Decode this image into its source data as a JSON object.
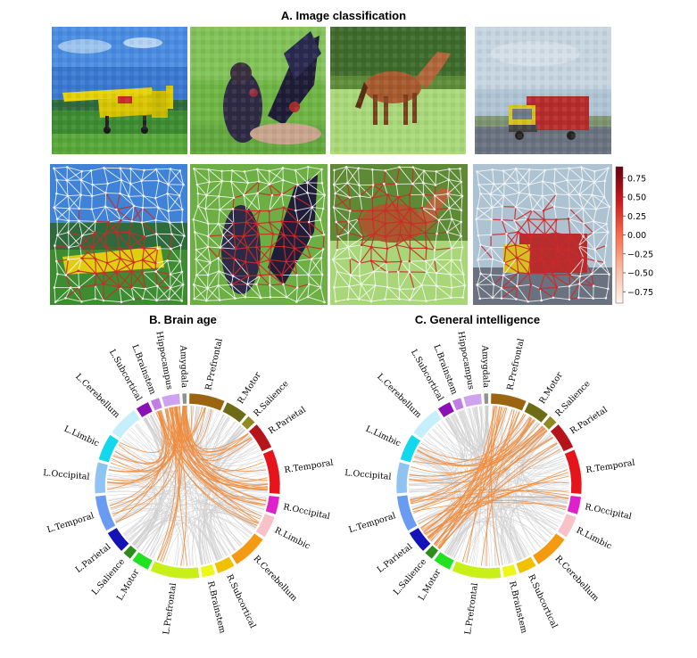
{
  "panel_a": {
    "title": "A.  Image classification",
    "images": [
      "airplane",
      "bird",
      "horse",
      "truck"
    ],
    "colorbar": {
      "ticks": [
        "0.75",
        "0.50",
        "0.25",
        "0.00",
        "−0.25",
        "−0.50",
        "−0.75"
      ],
      "tick_values": [
        0.75,
        0.5,
        0.25,
        0.0,
        -0.25,
        -0.5,
        -0.75
      ],
      "range": [
        -0.9,
        0.9
      ],
      "colors": [
        "#fff5f0",
        "#fcbba1",
        "#fb6a4a",
        "#cb181d",
        "#67000d"
      ]
    }
  },
  "panel_b": {
    "title": "B.  Brain age"
  },
  "panel_c": {
    "title": "C.  General intelligence"
  },
  "regions": [
    {
      "label": "R.Prefrontal",
      "color": "#9B6410"
    },
    {
      "label": "R.Motor",
      "color": "#6E6B16"
    },
    {
      "label": "R.Salience",
      "color": "#8F8B22"
    },
    {
      "label": "R.Parietal",
      "color": "#B5141B"
    },
    {
      "label": "R.Temporal",
      "color": "#E6141B"
    },
    {
      "label": "R.Occipital",
      "color": "#E020C8"
    },
    {
      "label": "R.Limbic",
      "color": "#F8C2C8"
    },
    {
      "label": "R.Cerebellum",
      "color": "#F39A12"
    },
    {
      "label": "R.Subcortical",
      "color": "#F1C100"
    },
    {
      "label": "R.Brainstem",
      "color": "#EFF61C"
    },
    {
      "label": "L.Prefrontal",
      "color": "#C8F018"
    },
    {
      "label": "L.Motor",
      "color": "#22E022"
    },
    {
      "label": "L.Salience",
      "color": "#2C8C1C"
    },
    {
      "label": "L.Parietal",
      "color": "#1313B8"
    },
    {
      "label": "L.Temporal",
      "color": "#6A9BF2"
    },
    {
      "label": "L.Occipital",
      "color": "#8FC4F2"
    },
    {
      "label": "L.Limbic",
      "color": "#12D8EE"
    },
    {
      "label": "L.Cerebellum",
      "color": "#C5EFFA"
    },
    {
      "label": "L.Subcortical",
      "color": "#8B10B5"
    },
    {
      "label": "L.Brainstem",
      "color": "#C07EE3"
    },
    {
      "label": "Hippocampus",
      "color": "#CFA2F0"
    },
    {
      "label": "Amygdala",
      "color": "#909090"
    }
  ],
  "colors": {
    "highlight_edge": "#F08C3C",
    "background_edge": "#CFCFCF",
    "graph_edge": "#FFFFFF",
    "salient_edge": "#CC2A2A"
  }
}
